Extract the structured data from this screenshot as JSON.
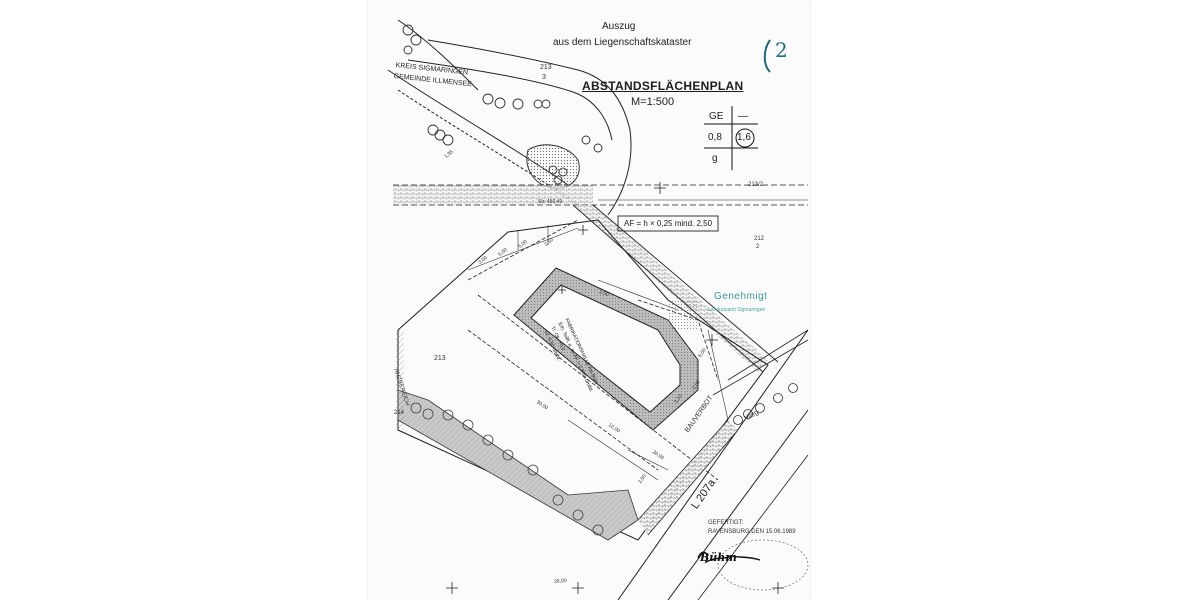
{
  "document": {
    "header_line1": "Auszug",
    "header_line2": "aus dem Liegenschaftskataster",
    "title": "ABSTANDSFLÄCHENPLAN",
    "scale": "M=1:500",
    "handwritten_number": "2",
    "district": "KREIS SIGMARINGEN",
    "municipality": "GEMEINDE ILLMENSEE",
    "parcel_labels": [
      "213",
      "3",
      "213/2",
      "212",
      "2",
      "213",
      "214"
    ],
    "zoning_table": {
      "row1": [
        "GE",
        "—"
      ],
      "row2": [
        "0,8",
        "1,6"
      ],
      "row3": [
        "g",
        ""
      ]
    },
    "formula": "AF = h × 0,25  mind. 2,50",
    "building_label": "FABRIKATIONSHALLE mit Büro",
    "building_notes": [
      "Erh. Teilfl. a. im   AF = 2,50m  umlfd.",
      "Tr. Ok. +0,0",
      "Gr. 5,50 umlfd."
    ],
    "road_label": "L 207a",
    "area_labels": [
      "ANZBEREICH",
      "BAUVERBOT",
      "Weg"
    ],
    "stamp": {
      "title": "Genehmigt",
      "subtitle": "Landratsamt Sigmaringen"
    },
    "certification": {
      "line1": "GEFERTIGT:",
      "line2": "RAVENSBURG DEN  15.06.1989"
    },
    "signature": "Bühm",
    "dimension_labels": [
      "1,95",
      "3,00",
      "5,00",
      "5,00",
      "2,50",
      "2,50",
      "30,00",
      "12,00",
      "20,00",
      "3,33",
      "2,50",
      "5,00",
      "26,00",
      "2,50"
    ],
    "point_label": "Str. 450,49"
  },
  "colors": {
    "ink": "#1d1d1d",
    "stamp": "#3f9a92",
    "handwriting": "#1c6a7a",
    "hatch": "#9a9a9a"
  }
}
